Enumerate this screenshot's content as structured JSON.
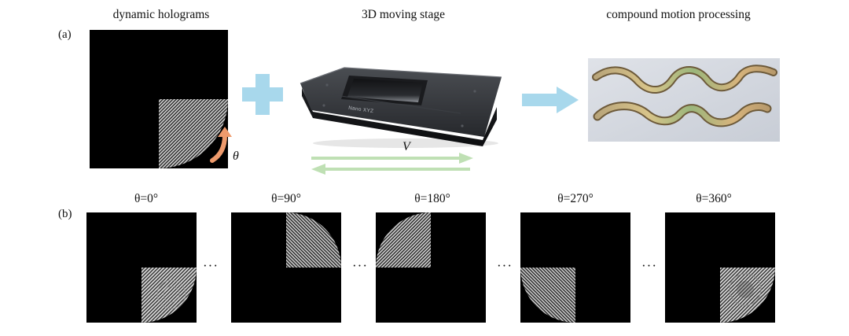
{
  "panel_a": {
    "label": "(a)",
    "titles": {
      "holograms": "dynamic holograms",
      "stage": "3D moving stage",
      "processing": "compound motion processing"
    },
    "theta_symbol": "θ",
    "velocity_symbol": "V",
    "stage_brand": "Nano XYZ",
    "colors": {
      "plus": "#a8d8ec",
      "arrow_blue": "#a8d8ec",
      "arrow_green": "#bfe0b4",
      "rotation_arrow": "#ee9a6c"
    }
  },
  "panel_b": {
    "label": "(b)",
    "ellipsis": "···",
    "frames": [
      {
        "label": "θ=0°",
        "quadrant": "bottom-right",
        "angle_deg": 0
      },
      {
        "label": "θ=90°",
        "quadrant": "top-right",
        "angle_deg": 90
      },
      {
        "label": "θ=180°",
        "quadrant": "top-left",
        "angle_deg": 180
      },
      {
        "label": "θ=270°",
        "quadrant": "bottom-left",
        "angle_deg": 270
      },
      {
        "label": "θ=360°",
        "quadrant": "bottom-right",
        "angle_deg": 360
      }
    ]
  }
}
